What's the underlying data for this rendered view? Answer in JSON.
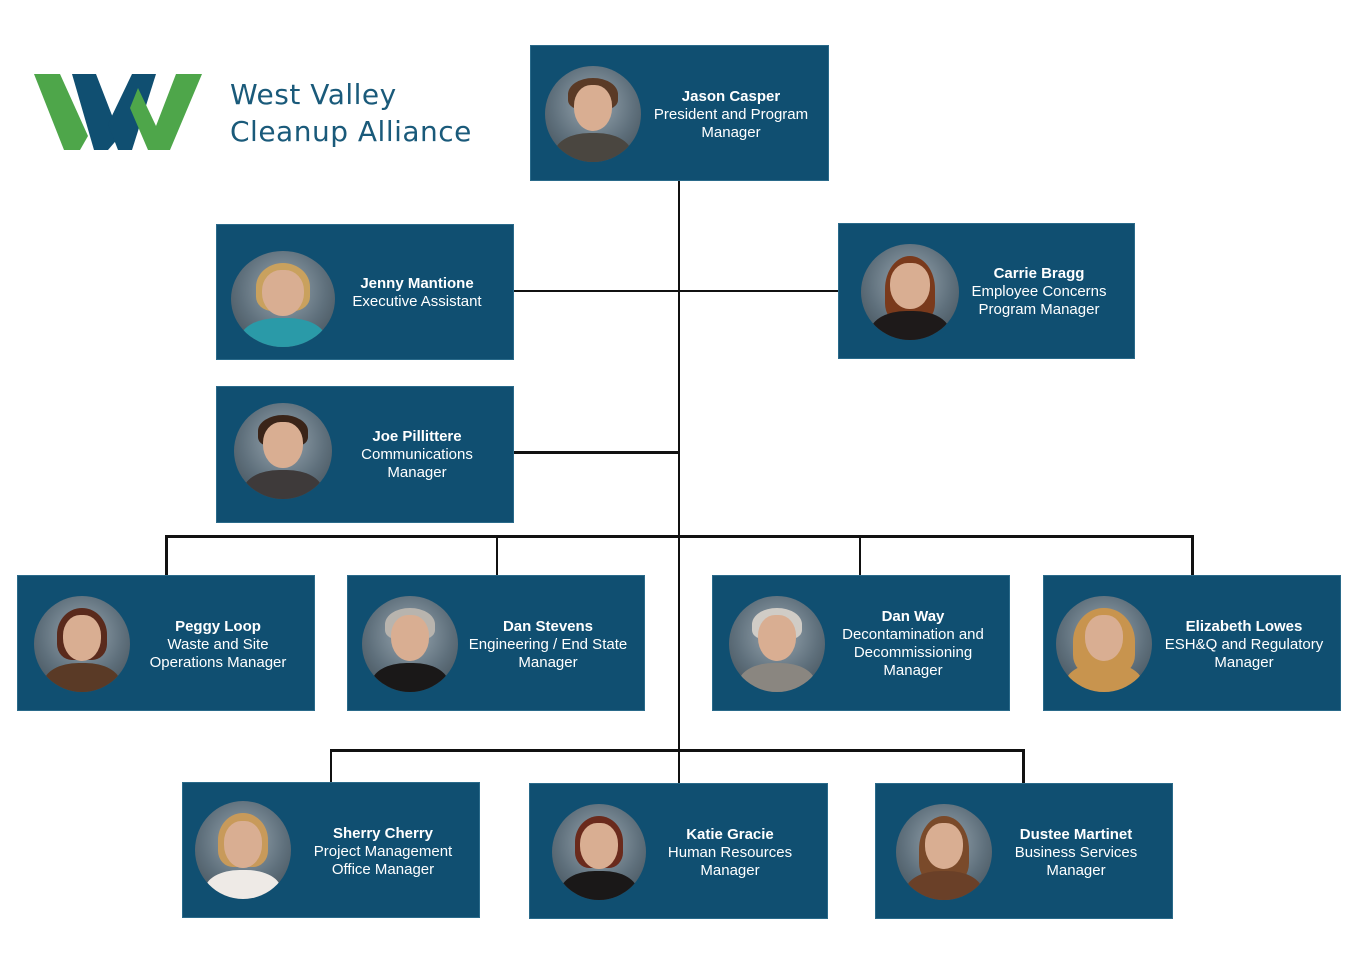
{
  "header": {
    "brand_line1": "West Valley",
    "brand_line2": "Cleanup Alliance",
    "logo_icon": "wvca-w-logo",
    "colors": {
      "logo_green": "#4ea64a",
      "logo_blue": "#104f71",
      "card_bg": "#104f71",
      "brand_text": "#1a5a7a"
    }
  },
  "org": {
    "president": {
      "name": "Jason Casper",
      "title_line1": "President and Program",
      "title_line2": "Manager"
    },
    "staff": [
      {
        "name": "Jenny Mantione",
        "title_line1": "Executive Assistant",
        "title_line2": ""
      },
      {
        "name": "Carrie Bragg",
        "title_line1": "Employee Concerns",
        "title_line2": "Program Manager"
      },
      {
        "name": "Joe Pillittere",
        "title_line1": "Communications",
        "title_line2": "Manager"
      }
    ],
    "managers_row1": [
      {
        "name": "Peggy Loop",
        "title_line1": "Waste and Site",
        "title_line2": "Operations Manager",
        "title_line3": ""
      },
      {
        "name": "Dan Stevens",
        "title_line1": "Engineering / End State",
        "title_line2": "Manager",
        "title_line3": ""
      },
      {
        "name": "Dan Way",
        "title_line1": "Decontamination and",
        "title_line2": "Decommissioning",
        "title_line3": "Manager"
      },
      {
        "name": "Elizabeth Lowes",
        "title_line1": "ESH&Q and Regulatory",
        "title_line2": "Manager",
        "title_line3": ""
      }
    ],
    "managers_row2": [
      {
        "name": "Sherry Cherry",
        "title_line1": "Project Management",
        "title_line2": "Office Manager"
      },
      {
        "name": "Katie Gracie",
        "title_line1": "Human Resources",
        "title_line2": "Manager"
      },
      {
        "name": "Dustee Martinet",
        "title_line1": "Business Services",
        "title_line2": "Manager"
      }
    ]
  }
}
